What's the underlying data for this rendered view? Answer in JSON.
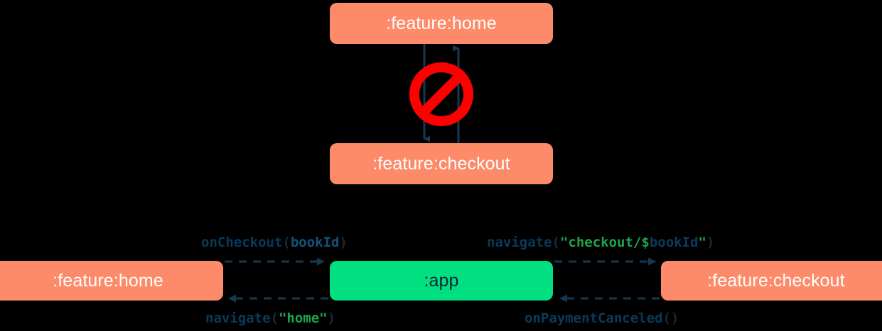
{
  "diagram": {
    "title": "module navigation diagram",
    "colors": {
      "background": "#000000",
      "module_orange": "#FD8A69",
      "module_green": "#00E081",
      "arrow": "#16394F",
      "forbidden": "#FF0000",
      "label_text": "#0B3A5B",
      "label_string": "#1FA34A"
    },
    "top_section": {
      "nodes": [
        {
          "id": "home-top",
          "label": ":feature:home",
          "color": "orange"
        },
        {
          "id": "checkout-top",
          "label": ":feature:checkout",
          "color": "orange"
        }
      ],
      "badge": {
        "name": "forbidden-icon",
        "meaning": "not allowed"
      },
      "edges": [
        {
          "from": "home-top",
          "to": "checkout-top",
          "direction": "down",
          "style": "solid"
        },
        {
          "from": "checkout-top",
          "to": "home-top",
          "direction": "up",
          "style": "solid"
        }
      ]
    },
    "bottom_section": {
      "nodes": [
        {
          "id": "home-bottom",
          "label": ":feature:home",
          "color": "orange"
        },
        {
          "id": "app",
          "label": ":app",
          "color": "green"
        },
        {
          "id": "checkout-bottom",
          "label": ":feature:checkout",
          "color": "orange"
        }
      ],
      "edges": [
        {
          "id": "home-to-app",
          "from": "home-bottom",
          "to": "app",
          "direction": "right",
          "style": "dashed",
          "label_position": "above",
          "label_tokens": [
            {
              "text": "onCheckout",
              "type": "fn"
            },
            {
              "text": "(",
              "type": "paren"
            },
            {
              "text": "bookId",
              "type": "arg"
            },
            {
              "text": ")",
              "type": "paren"
            }
          ],
          "label_plain": "onCheckout(bookId)"
        },
        {
          "id": "app-to-checkout",
          "from": "app",
          "to": "checkout-bottom",
          "direction": "right",
          "style": "dashed",
          "label_position": "above",
          "label_tokens": [
            {
              "text": "navigate",
              "type": "fn"
            },
            {
              "text": "(",
              "type": "paren"
            },
            {
              "text": "\"checkout/$",
              "type": "str"
            },
            {
              "text": "bookId",
              "type": "var"
            },
            {
              "text": "\"",
              "type": "str"
            },
            {
              "text": ")",
              "type": "paren"
            }
          ],
          "label_plain": "navigate(\"checkout/$bookId\")"
        },
        {
          "id": "app-to-home",
          "from": "app",
          "to": "home-bottom",
          "direction": "left",
          "style": "dashed",
          "label_position": "below",
          "label_tokens": [
            {
              "text": "navigate",
              "type": "fn"
            },
            {
              "text": "(",
              "type": "paren"
            },
            {
              "text": "\"home\"",
              "type": "str"
            },
            {
              "text": ")",
              "type": "paren"
            }
          ],
          "label_plain": "navigate(\"home\")"
        },
        {
          "id": "checkout-to-app",
          "from": "checkout-bottom",
          "to": "app",
          "direction": "left",
          "style": "dashed",
          "label_position": "below",
          "label_tokens": [
            {
              "text": "onPaymentCanceled",
              "type": "fn"
            },
            {
              "text": "()",
              "type": "paren"
            }
          ],
          "label_plain": "onPaymentCanceled()"
        }
      ]
    }
  }
}
